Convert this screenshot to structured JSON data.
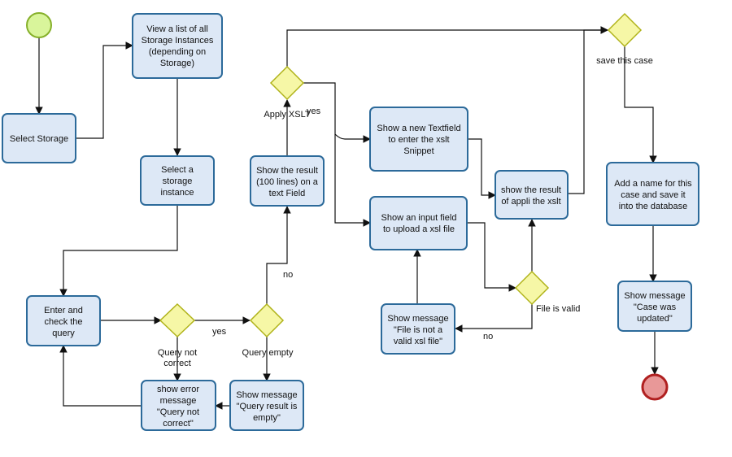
{
  "tasks": {
    "select_storage": [
      "Select Storage"
    ],
    "view_list": [
      "View a list of all",
      "Storage Instances",
      "(depending on",
      "Storage)"
    ],
    "select_instance": [
      "Select a",
      "storage",
      "instance"
    ],
    "enter_query": [
      "Enter and",
      "check the",
      "query"
    ],
    "show_error": [
      "show error",
      "message",
      "\"Query not",
      "correct\""
    ],
    "show_empty": [
      "Show message",
      "\"Query result is",
      "empty\""
    ],
    "show_result": [
      "Show the result",
      "(100 lines) on a",
      "text Field"
    ],
    "new_textfield": [
      "Show a new Textfield",
      "to enter the xslt",
      "Snippet"
    ],
    "input_field": [
      "Show an input field",
      "to upload a xsl file"
    ],
    "msg_not_valid": [
      "Show message",
      "\"File is not a",
      "valid xsl file\""
    ],
    "show_xslt": [
      "show the result",
      "of appli the xslt"
    ],
    "add_name": [
      "Add a name for this",
      "case  and save it",
      "into the database"
    ],
    "case_updated": [
      "Show message",
      "\"Case was",
      "updated\""
    ]
  },
  "gateways": {
    "query_not_correct": [
      "Query not",
      "correct"
    ],
    "query_empty": [
      "Query empty"
    ],
    "apply_xslt": [
      "Apply XSLT"
    ],
    "file_valid": [
      "File is valid"
    ],
    "save_case": [
      "save this case"
    ]
  },
  "edge_labels": {
    "yes_query": "yes",
    "no_empty": "no",
    "yes_xslt": "yes",
    "no_file": "no"
  },
  "colors": {
    "task_fill": "#dde8f6",
    "task_stroke": "#2c6a9a",
    "gateway_fill": "#f6f7a6",
    "gateway_stroke": "#b0b31a",
    "start_fill": "#d9f59b",
    "start_stroke": "#86b02a",
    "end_fill": "#e89898",
    "end_stroke": "#b02020"
  }
}
